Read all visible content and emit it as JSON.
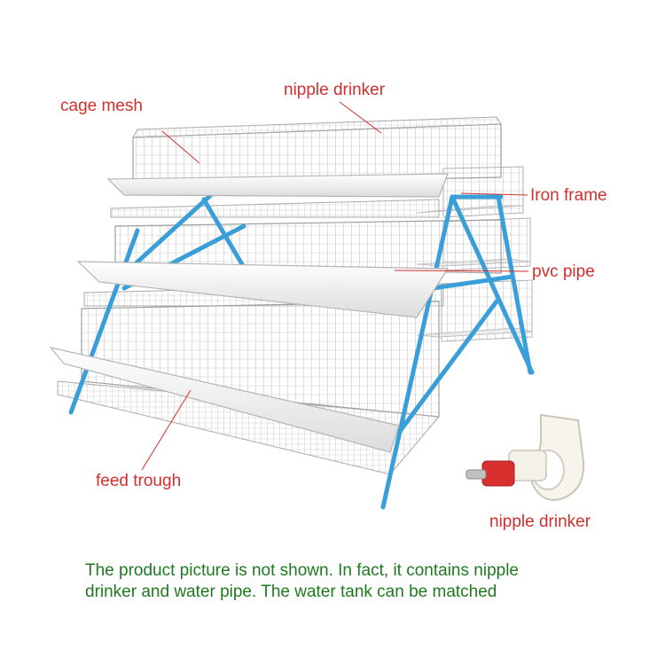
{
  "labels": {
    "cage_mesh": "cage mesh",
    "nipple_drinker_top": "nipple drinker",
    "iron_frame": "Iron frame",
    "pvc_pipe": "pvc pipe",
    "feed_trough": "feed trough",
    "nipple_drinker_inset": "nipple drinker"
  },
  "caption": {
    "line1": "The product picture is not shown. In fact, it contains nipple",
    "line2": "drinker and water pipe. The water tank can be matched"
  },
  "colors": {
    "label_text": "#d32f2f",
    "caption_text": "#1e7a1e",
    "frame": "#3a9fd8",
    "trough": "#f3f3f3",
    "mesh": "#b9b9b9",
    "drinker_body": "#f5f3ea",
    "drinker_valve": "#d8302f"
  }
}
